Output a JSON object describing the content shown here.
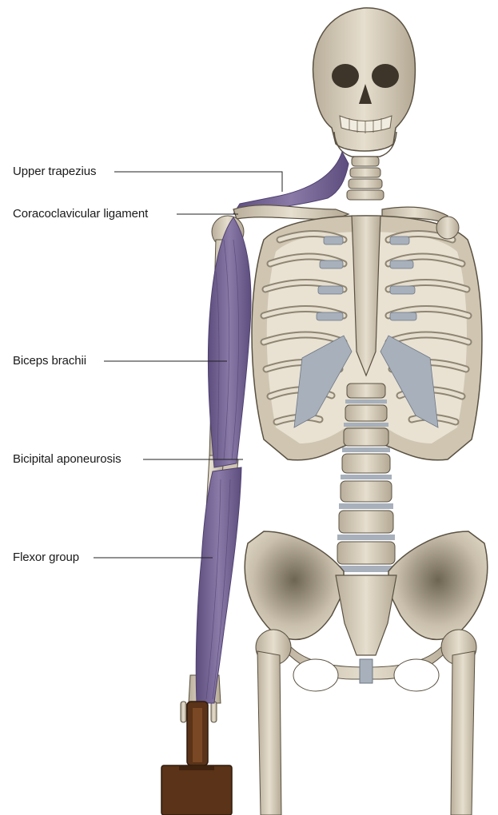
{
  "figure": {
    "subject": "Human skeleton anterior view with arm muscles holding a suitcase",
    "colors": {
      "bone": "#ddd4c2",
      "bone_shadow": "#8f8573",
      "bone_outline": "#5a5142",
      "cartilage": "#a7b0bb",
      "muscle": "#7d6c9c",
      "muscle_dark": "#5a4a7a",
      "leader_line": "#222222",
      "suitcase": "#5a3318"
    }
  },
  "labels": [
    {
      "id": "upper-trapezius",
      "text": "Upper trapezius"
    },
    {
      "id": "coracoclavicular-ligament",
      "text": "Coracoclavicular ligament"
    },
    {
      "id": "biceps-brachii",
      "text": "Biceps brachii"
    },
    {
      "id": "bicipital-aponeurosis",
      "text": "Bicipital aponeurosis"
    },
    {
      "id": "flexor-group",
      "text": "Flexor group"
    }
  ]
}
